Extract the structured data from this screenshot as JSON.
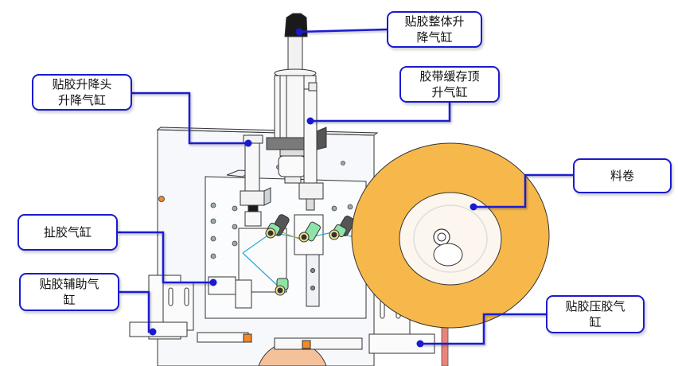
{
  "diagram": {
    "type": "mechanical-assembly-callouts",
    "colors": {
      "callout": "#1a1ad0",
      "tape_roll": "#f7b84b",
      "roll_core": "#fdf6ee",
      "guide_roller_green": "#8fe3a8",
      "tape_line": "#2aa7d8",
      "frame_plate": "#f6f8fb",
      "cylinder_cap": "#1a1a1a",
      "peach": "#f5c19a",
      "tape_strip": "#e8857a",
      "accent_orange": "#f08a2a"
    },
    "labels": [
      {
        "id": "overall-lift-cylinder",
        "text": "贴胶整体升\n降气缸"
      },
      {
        "id": "head-lift-cylinder",
        "text": "贴胶升降头\n升降气缸"
      },
      {
        "id": "buffer-jack-cylinder",
        "text": "胶带缓存顶\n升气缸"
      },
      {
        "id": "material-roll",
        "text": "料卷"
      },
      {
        "id": "pull-tape-cylinder",
        "text": "扯胶气缸"
      },
      {
        "id": "auxiliary-cylinder",
        "text": "贴胶辅助气\n缸"
      },
      {
        "id": "press-cylinder",
        "text": "贴胶压胶气\n缸"
      }
    ]
  }
}
